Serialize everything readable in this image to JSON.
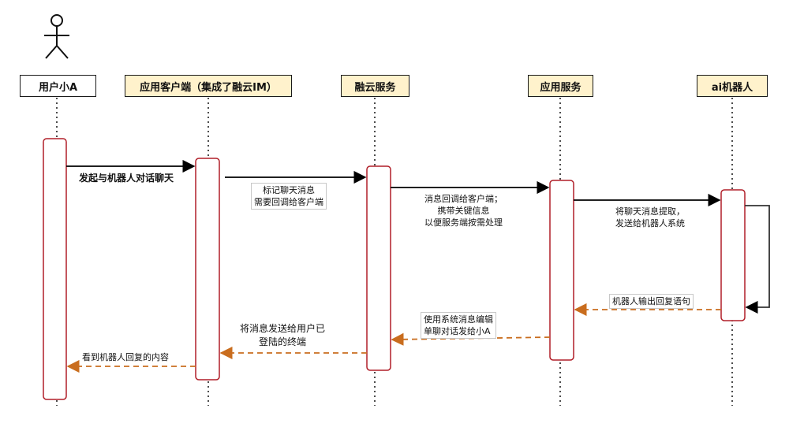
{
  "participants": [
    {
      "name": "用户小A"
    },
    {
      "name": "应用客户端（集成了融云IM）"
    },
    {
      "name": "融云服务"
    },
    {
      "name": "应用服务"
    },
    {
      "name": "ai机器人"
    }
  ],
  "messages": [
    {
      "from": "用户小A",
      "to": "应用客户端（集成了融云IM）",
      "type": "sync",
      "label": "发起与机器人对话聊天"
    },
    {
      "from": "应用客户端（集成了融云IM）",
      "to": "融云服务",
      "type": "sync",
      "label": "标记聊天消息\n需要回调给客户端"
    },
    {
      "from": "融云服务",
      "to": "应用服务",
      "type": "sync",
      "label": "消息回调给客户端；\n携带关键信息\n以便服务端按需处理"
    },
    {
      "from": "应用服务",
      "to": "ai机器人",
      "type": "sync",
      "label": "将聊天消息提取，\n发送给机器人系统"
    },
    {
      "from": "ai机器人",
      "to": "ai机器人",
      "type": "self",
      "label": ""
    },
    {
      "from": "ai机器人",
      "to": "应用服务",
      "type": "return",
      "label": "机器人输出回复语句"
    },
    {
      "from": "应用服务",
      "to": "融云服务",
      "type": "return",
      "label": "使用系统消息编辑\n单聊对话发给小A"
    },
    {
      "from": "融云服务",
      "to": "应用客户端（集成了融云IM）",
      "type": "return",
      "label": "将消息发送给用户已\n登陆的终端"
    },
    {
      "from": "应用客户端（集成了融云IM）",
      "to": "用户小A",
      "type": "return",
      "label": "看到机器人回复的内容"
    }
  ],
  "colors": {
    "activation_border": "#b01e28",
    "return_arrow": "#c96d1e",
    "call_arrow": "#000000",
    "participant_highlight": "#fff2cc"
  },
  "icons": [
    "stick-figure-actor-icon"
  ]
}
